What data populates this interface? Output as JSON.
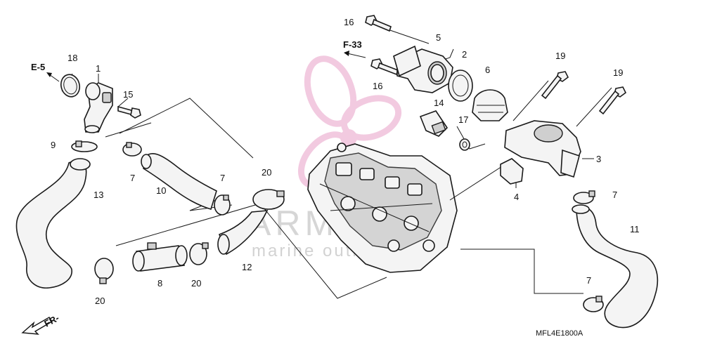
{
  "diagram": {
    "refs": {
      "e5": "E-5",
      "f33": "F-33",
      "fr": "FR-"
    },
    "code": "MFL4E1800A",
    "watermark": {
      "brand": "ARMADA",
      "tagline": "marine outboards",
      "accent": "#e8a0c8"
    },
    "parts": {
      "p1": "1",
      "p2": "2",
      "p3": "3",
      "p4": "4",
      "p5": "5",
      "p6": "6",
      "p7": "7",
      "p8": "8",
      "p9": "9",
      "p10": "10",
      "p11": "11",
      "p12": "12",
      "p13": "13",
      "p14": "14",
      "p15": "15",
      "p16": "16",
      "p17": "17",
      "p18": "18",
      "p19": "19",
      "p20": "20"
    }
  }
}
